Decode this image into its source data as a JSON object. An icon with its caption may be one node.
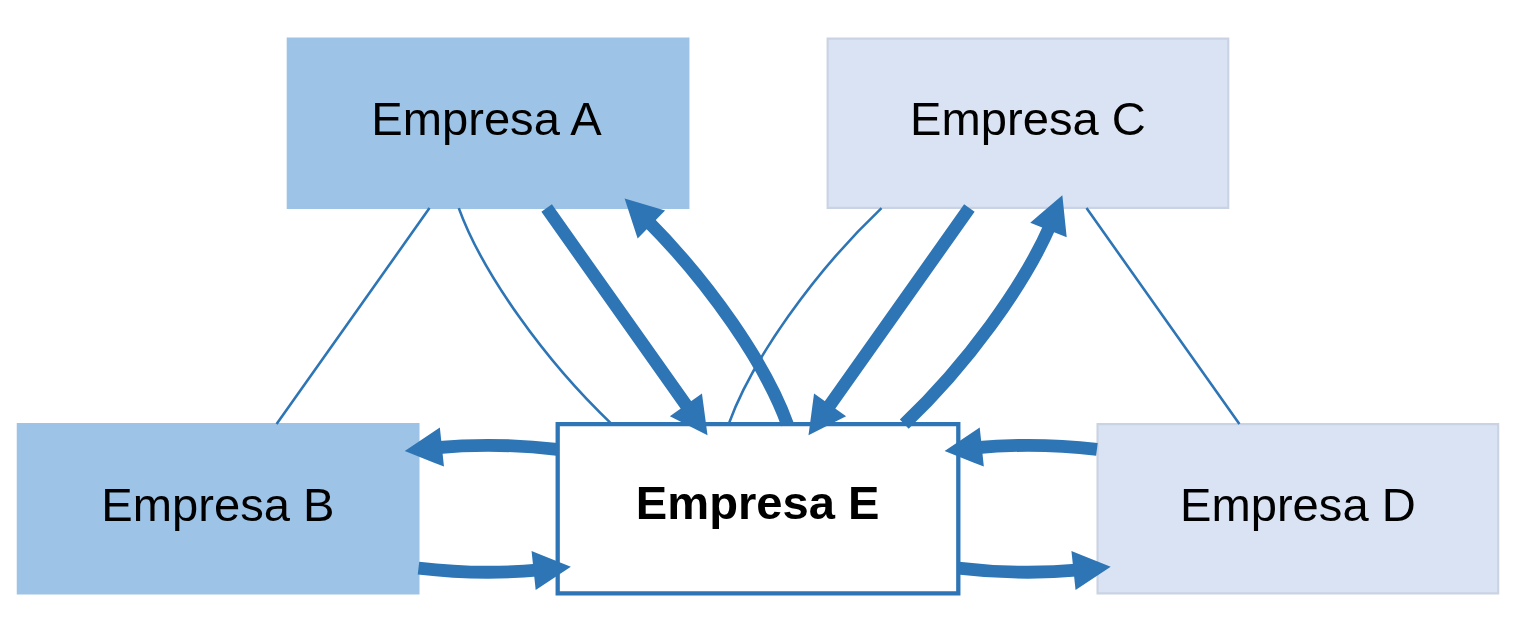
{
  "diagram": {
    "nodes": [
      {
        "text": [
          "Empresa A"
        ]
      },
      {
        "text": [
          "Empresa C"
        ]
      },
      {
        "text": [
          "Empresa B"
        ]
      },
      {
        "text": [
          "Empresa E"
        ]
      },
      {
        "text": [
          "Empresa D"
        ]
      }
    ],
    "edges": [
      {
        "from": 0,
        "to": 2,
        "arrow": "none"
      },
      {
        "from": 0,
        "to": 3,
        "arrow": "none"
      },
      {
        "from": 1,
        "to": 3,
        "arrow": "none"
      },
      {
        "from": 1,
        "to": 4,
        "arrow": "none"
      },
      {
        "from": 0,
        "to": 3,
        "arrow": "to"
      },
      {
        "from": 3,
        "to": 0,
        "arrow": "to"
      },
      {
        "from": 1,
        "to": 3,
        "arrow": "to"
      },
      {
        "from": 3,
        "to": 1,
        "arrow": "to"
      },
      {
        "from": 2,
        "to": 3,
        "arrow": "to"
      },
      {
        "from": 3,
        "to": 2,
        "arrow": "to"
      },
      {
        "from": 3,
        "to": 4,
        "arrow": "to"
      },
      {
        "from": 4,
        "to": 3,
        "arrow": "to"
      }
    ]
  }
}
